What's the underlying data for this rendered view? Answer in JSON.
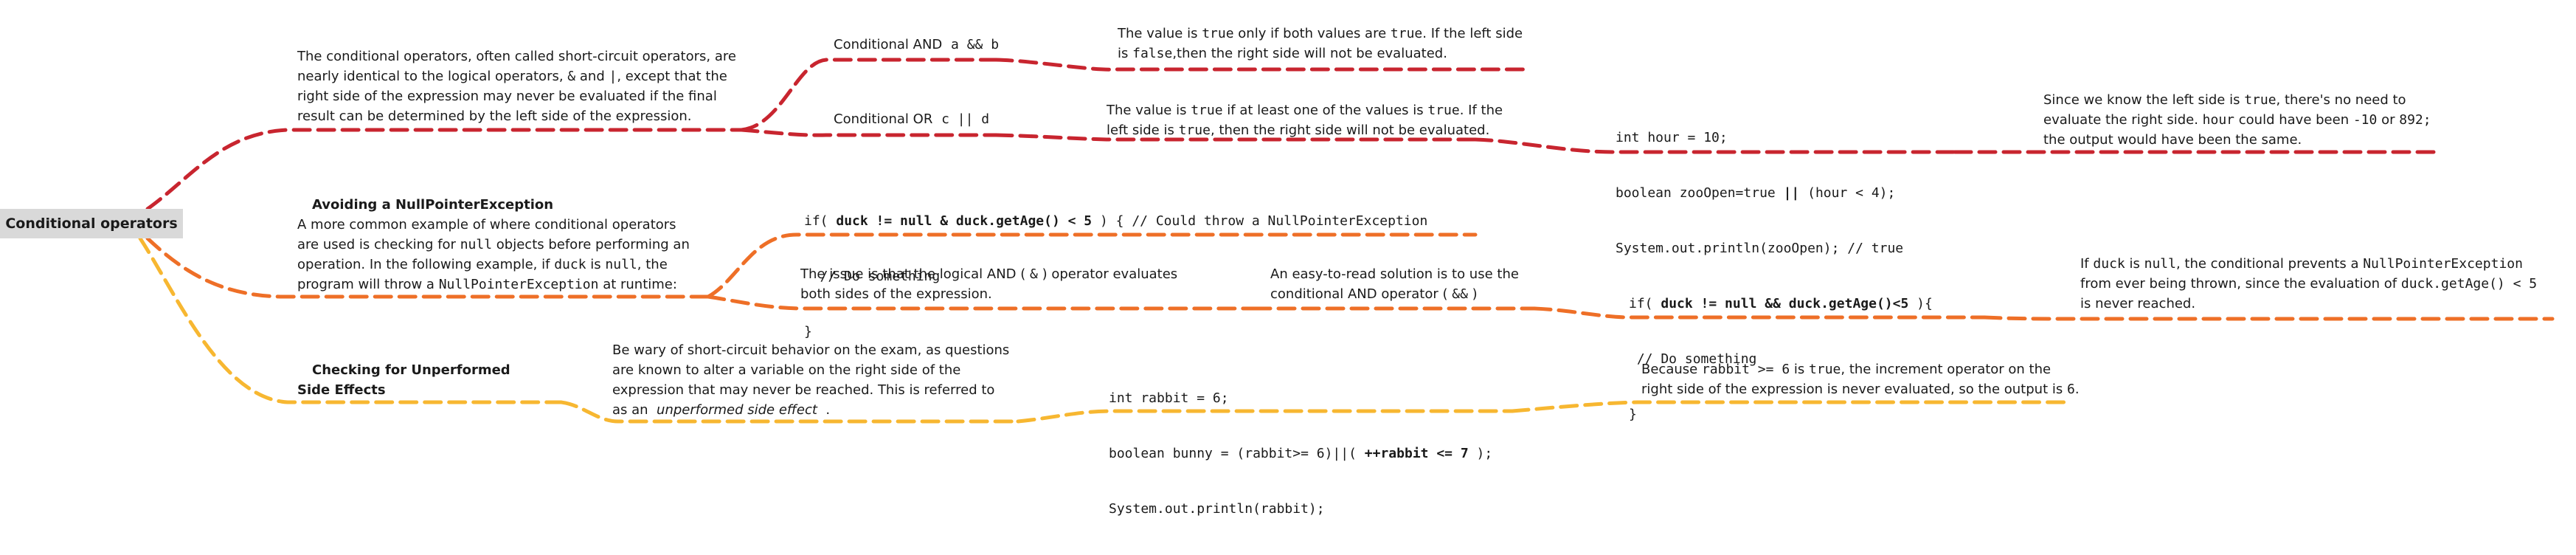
{
  "root": {
    "label": "Conditional operators"
  },
  "colors": {
    "red": "#c8252f",
    "orange": "#ee6f27",
    "yellow": "#f7b731",
    "root_bg": "#d9d9d9"
  },
  "short_circuit": {
    "desc": {
      "l1": "The conditional operators, often called short-circuit operators, are",
      "l2a": "nearly identical to the logical operators,",
      "l2b": "&",
      "l2c": "and",
      "l2d": "|",
      "l2e": ", except that the",
      "l3": "right side of the expression may never be evaluated if the final",
      "l4": "result can be determined by the left side of the expression."
    },
    "and": {
      "label_a": "Conditional AND",
      "label_b": "a && b",
      "desc": {
        "l1a": "The value is",
        "l1b": "true",
        "l1c": "only if both values are",
        "l1d": "true",
        "l1e": ". If the left side",
        "l2a": "is",
        "l2b": "false",
        "l2c": ",then the right side will not be evaluated."
      }
    },
    "or": {
      "label_a": "Conditional OR",
      "label_b": "c || d",
      "desc": {
        "l1a": "The value is",
        "l1b": "true",
        "l1c": "if at least one of the values is",
        "l1d": "true",
        "l1e": ". If the",
        "l2a": "left side is",
        "l2b": "true",
        "l2c": ", then the right side will not be evaluated."
      },
      "code": {
        "l1": "int hour = 10;",
        "l2a": "boolean zooOpen=true",
        "l2b": "||",
        "l2c": "(hour < 4);",
        "l3": "System.out.println(zooOpen); // true"
      },
      "explain": {
        "l1a": "Since we know the left side is",
        "l1b": "true",
        "l1c": ", there's no need to",
        "l2a": "evaluate the right side.",
        "l2b": "hour",
        "l2c": "could have been",
        "l2d": "-10",
        "l2e": "or",
        "l2f": "892",
        "l3": "the output would have been the same."
      }
    }
  },
  "null_pointer": {
    "title": "Avoiding a NullPointerException",
    "desc": {
      "l1": "A more common example of where conditional operators",
      "l2a": "are used is checking for",
      "l2b": "null",
      "l2c": "objects before performing an",
      "l3a": "operation. In the following example, if",
      "l3b": "duck",
      "l3c": "is",
      "l3d": "null",
      "l3e": ", the",
      "l4a": "program will throw a",
      "l4b": "NullPointerException",
      "l4c": "at runtime:"
    },
    "code1": {
      "l1a": "if(",
      "l1b": "duck != null & duck.getAge() < 5",
      "l1c": ") { // Could throw a NullPointerException",
      "l2": "  // Do something",
      "l3": "}"
    },
    "issue": {
      "l1a": "The issue is that the logical AND (",
      "l1b": "&",
      "l1c": ") operator evaluates",
      "l2": "both sides of the expression."
    },
    "solution": {
      "l1": "An easy-to-read solution is to use the",
      "l2a": "conditional AND operator (",
      "l2b": "&&",
      "l2c": ")"
    },
    "code2": {
      "l1a": "if(",
      "l1b": "duck != null && duck.getAge()<5",
      "l1c": "){",
      "l2": " // Do something",
      "l3": "}"
    },
    "explain": {
      "l1a": "If",
      "l1b": "duck",
      "l1c": "is",
      "l1d": "null",
      "l1e": ", the conditional prevents a",
      "l1f": "NullPointerException",
      "l2a": "from ever being thrown, since the evaluation of",
      "l2b": "duck.getAge() < 5",
      "l3": "is never reached."
    }
  },
  "side_effects": {
    "title_l1": "Checking for Unperformed",
    "title_l2": "Side Effects",
    "desc": {
      "l1": "Be wary of short-circuit behavior on the exam, as questions",
      "l2": "are known to alter a variable on the right side of the",
      "l3": "expression that may never be reached. This is referred to",
      "l4a": "as an",
      "l4b": "unperformed side effect",
      "l4c": "."
    },
    "code": {
      "l1": "int rabbit = 6;",
      "l2a": "boolean bunny = (rabbit>= 6)||(",
      "l2b": "++rabbit <= 7",
      "l2c": ");",
      "l3": "System.out.println(rabbit);"
    },
    "explain": {
      "l1a": "Because",
      "l1b": "rabbit >= 6",
      "l1c": "is",
      "l1d": "true",
      "l1e": ", the increment operator on the",
      "l2a": "right side of the expression is never evaluated, so the output is",
      "l2b": "6",
      "l2c": "."
    }
  }
}
